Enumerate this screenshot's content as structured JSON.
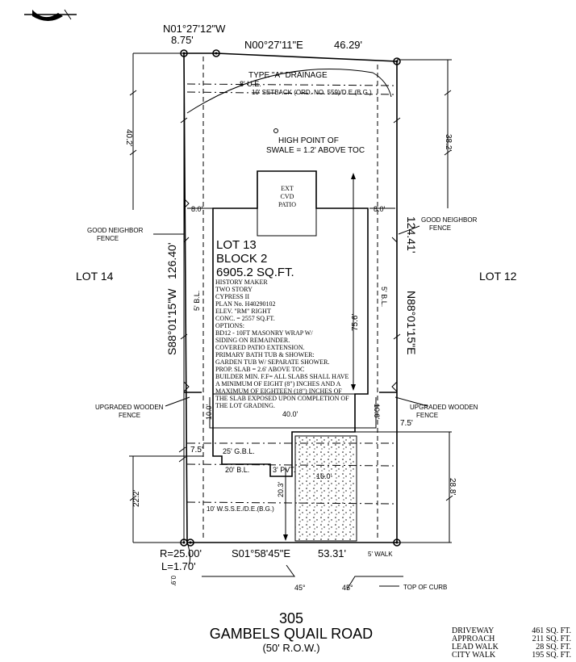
{
  "lot": {
    "lot_label": "LOT 13",
    "block_label": "BLOCK 2",
    "area_label": "6905.2 SQ.FT.",
    "neighbor_left": "LOT 14",
    "neighbor_right": "LOT 12"
  },
  "bearings": {
    "top_left_bearing": "N01°27'12\"W",
    "top_left_dist": "8.75'",
    "top_bearing": "N00°27'11\"E",
    "top_dist": "46.29'",
    "left_bearing": "S88°01'15\"W",
    "left_dist": "126.40'",
    "right_bearing": "N88°01'15\"E",
    "right_dist": "124.41'",
    "bottom_bearing": "S01°58'45\"E",
    "bottom_dist": "53.31'",
    "curve_r": "R=25.00'",
    "curve_l": "L=1.70'"
  },
  "labels": {
    "drainage": "TYPE \"A\" DRAINAGE",
    "ue": "8' U.E.",
    "setback": "10' SETBACK (ORD. NO. 559)/D.E.(B.G.)",
    "high_point_1": "HIGH POINT OF",
    "high_point_2": "SWALE = 1.2' ABOVE TOC",
    "patio_1": "EXT",
    "patio_2": "CVD",
    "patio_3": "PATIO",
    "good_fence_left_1": "GOOD NEIGHBOR",
    "good_fence_left_2": "FENCE",
    "good_fence_right_1": "GOOD NEIGHBOR",
    "good_fence_right_2": "FENCE",
    "upg_fence_left_1": "UPGRADED WOODEN",
    "upg_fence_left_2": "FENCE",
    "upg_fence_right_1": "UPGRADED WOODEN",
    "upg_fence_right_2": "FENCE",
    "bl_left": "5' B.L.",
    "bl_right": "5' B.L.",
    "gbl": "25' G.B.L.",
    "bl20": "20' B.L.",
    "pvt": "3' PVT.",
    "wsse": "10' W.S.S.E./D.E.(B.G.)",
    "walk": "5' WALK",
    "top_of_curb": "TOP OF CURB",
    "angle_left": "45°",
    "angle_right": "45°"
  },
  "dims": {
    "d_40_2": "40.2'",
    "d_38_2": "38.2'",
    "d_8_left": "8.0'",
    "d_8_right": "8.0'",
    "d_75_6": "75.6'",
    "d_10_left": "10.0'",
    "d_10_right": "10.0'",
    "d_40_0": "40.0'",
    "d_7_5_left": "7.5'",
    "d_7_5_right": "7.5'",
    "d_16_0": "16.0'",
    "d_20_3": "20.3'",
    "d_22_2": "22.2'",
    "d_28_8": "28.8'",
    "d_0_9": "0.9'"
  },
  "notes": [
    "HISTORY MAKER",
    "TWO STORY",
    "CYPRESS II",
    "PLAN No. H40290102",
    "ELEV. \"RM\" RIGHT",
    "CONC. = 2557 SQ.FT.",
    "OPTIONS:",
    "BD12 - 10FT MASONRY WRAP W/",
    "SIDING ON REMAINDER.",
    "COVERED PATIO EXTENSION.",
    "PRIMARY BATH TUB & SHOWER:",
    "GARDEN TUB W/ SEPARATE SHOWER.",
    "PROP. SLAB = 2.6' ABOVE TOC",
    "BUILDER MIN. F.F= ALL SLABS SHALL HAVE",
    "A MINIMUM OF EIGHT (8\") INCHES AND A",
    "MAXIMUM OF EIGHTEEN (18\") INCHES OF",
    "THE SLAB EXPOSED UPON COMPLETION OF",
    "THE LOT GRADING."
  ],
  "address": {
    "number": "305",
    "street": "GAMBELS QUAIL ROAD",
    "row": "(50' R.O.W.)"
  },
  "areas": [
    {
      "name": "DRIVEWAY",
      "value": "461 SQ. FT."
    },
    {
      "name": "APPROACH",
      "value": "211 SQ. FT."
    },
    {
      "name": "LEAD WALK",
      "value": "28 SQ. FT."
    },
    {
      "name": "CITY WALK",
      "value": "195 SQ. FT."
    }
  ]
}
